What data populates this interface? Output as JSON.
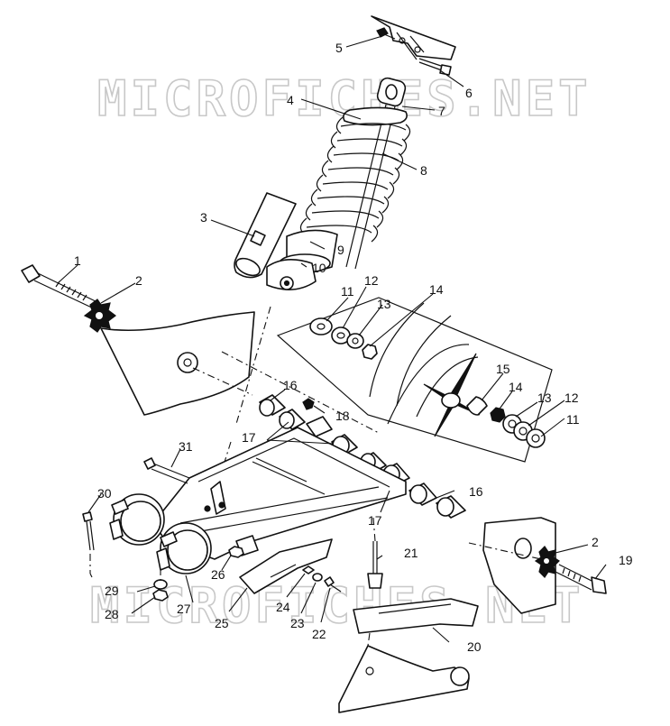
{
  "watermarks": [
    "MICROFICHES.NET",
    "MICROFICHES.NET"
  ],
  "callouts": [
    {
      "id": "c1",
      "text": "1"
    },
    {
      "id": "c2a",
      "text": "2"
    },
    {
      "id": "c2b",
      "text": "2"
    },
    {
      "id": "c3",
      "text": "3"
    },
    {
      "id": "c4",
      "text": "4"
    },
    {
      "id": "c5",
      "text": "5"
    },
    {
      "id": "c6",
      "text": "6"
    },
    {
      "id": "c7",
      "text": "7"
    },
    {
      "id": "c8",
      "text": "8"
    },
    {
      "id": "c9",
      "text": "9"
    },
    {
      "id": "c10",
      "text": "10"
    },
    {
      "id": "c11a",
      "text": "11"
    },
    {
      "id": "c11b",
      "text": "11"
    },
    {
      "id": "c12a",
      "text": "12"
    },
    {
      "id": "c12b",
      "text": "12"
    },
    {
      "id": "c13a",
      "text": "13"
    },
    {
      "id": "c13b",
      "text": "13"
    },
    {
      "id": "c14a",
      "text": "14"
    },
    {
      "id": "c14b",
      "text": "14"
    },
    {
      "id": "c15",
      "text": "15"
    },
    {
      "id": "c16a",
      "text": "16"
    },
    {
      "id": "c16b",
      "text": "16"
    },
    {
      "id": "c17a",
      "text": "17"
    },
    {
      "id": "c17b",
      "text": "17"
    },
    {
      "id": "c18",
      "text": "18"
    },
    {
      "id": "c19",
      "text": "19"
    },
    {
      "id": "c20",
      "text": "20"
    },
    {
      "id": "c21",
      "text": "21"
    },
    {
      "id": "c22",
      "text": "22"
    },
    {
      "id": "c23",
      "text": "23"
    },
    {
      "id": "c24",
      "text": "24"
    },
    {
      "id": "c25",
      "text": "25"
    },
    {
      "id": "c26",
      "text": "26"
    },
    {
      "id": "c27",
      "text": "27"
    },
    {
      "id": "c28",
      "text": "28"
    },
    {
      "id": "c29",
      "text": "29"
    },
    {
      "id": "c30",
      "text": "30"
    },
    {
      "id": "c31",
      "text": "31"
    }
  ]
}
